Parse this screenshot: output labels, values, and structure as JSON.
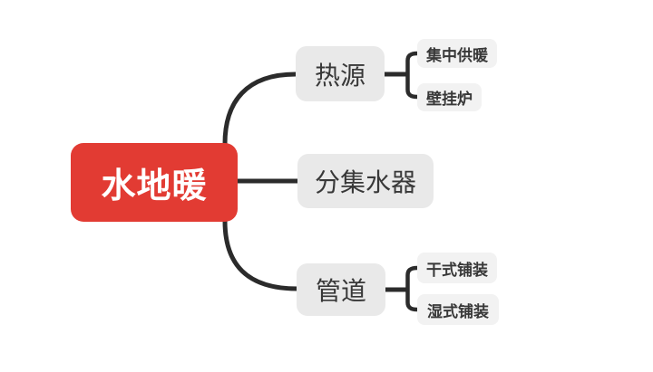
{
  "colors": {
    "background": "#ffffff",
    "root_bg": "#e23b33",
    "root_text": "#ffffff",
    "branch_bg": "#e9e9e9",
    "leaf_bg": "#f2f2f2",
    "node_text": "#383838",
    "connector": "#2b2b2b"
  },
  "mindmap": {
    "root": {
      "label": "水地暖"
    },
    "branches": [
      {
        "label": "热源",
        "children": [
          {
            "label": "集中供暖"
          },
          {
            "label": "壁挂炉"
          }
        ]
      },
      {
        "label": "分集水器",
        "children": []
      },
      {
        "label": "管道",
        "children": [
          {
            "label": "干式铺装"
          },
          {
            "label": "湿式铺装"
          }
        ]
      }
    ]
  }
}
